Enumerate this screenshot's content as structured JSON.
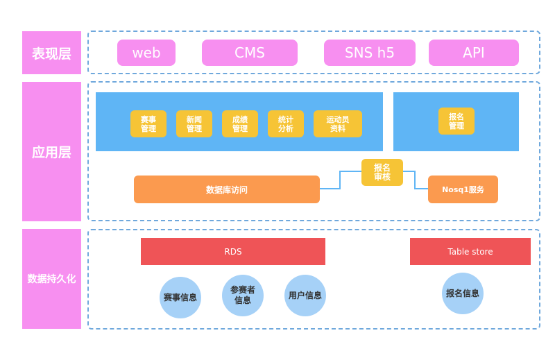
{
  "layers": {
    "presentation": "表现层",
    "application": "应用层",
    "persistence": "数据持久化"
  },
  "presentation_items": [
    "web",
    "CMS",
    "SNS h5",
    "API"
  ],
  "app_modules": [
    "赛事\n管理",
    "新闻\n管理",
    "成绩\n管理",
    "统计\n分析",
    "运动员\n资料"
  ],
  "signup_module": "报名\n管理",
  "db_access": "数据库访问",
  "signup_review": "报名\n审核",
  "nosql_service": "Nosq1服务",
  "storage": {
    "rds": "RDS",
    "table_store": "Table store"
  },
  "rds_data": [
    "赛事信息",
    "参赛者\n信息",
    "用户信息"
  ],
  "table_store_data": [
    "报名信息"
  ],
  "colors": {
    "layer_label": "#f78ff0",
    "dashed_border": "#6fa8dc",
    "module_panel": "#5fb5f5",
    "module": "#f6c436",
    "db_access": "#fb9a4f",
    "storage": "#ef5457",
    "data_item": "#a6d1f7"
  }
}
